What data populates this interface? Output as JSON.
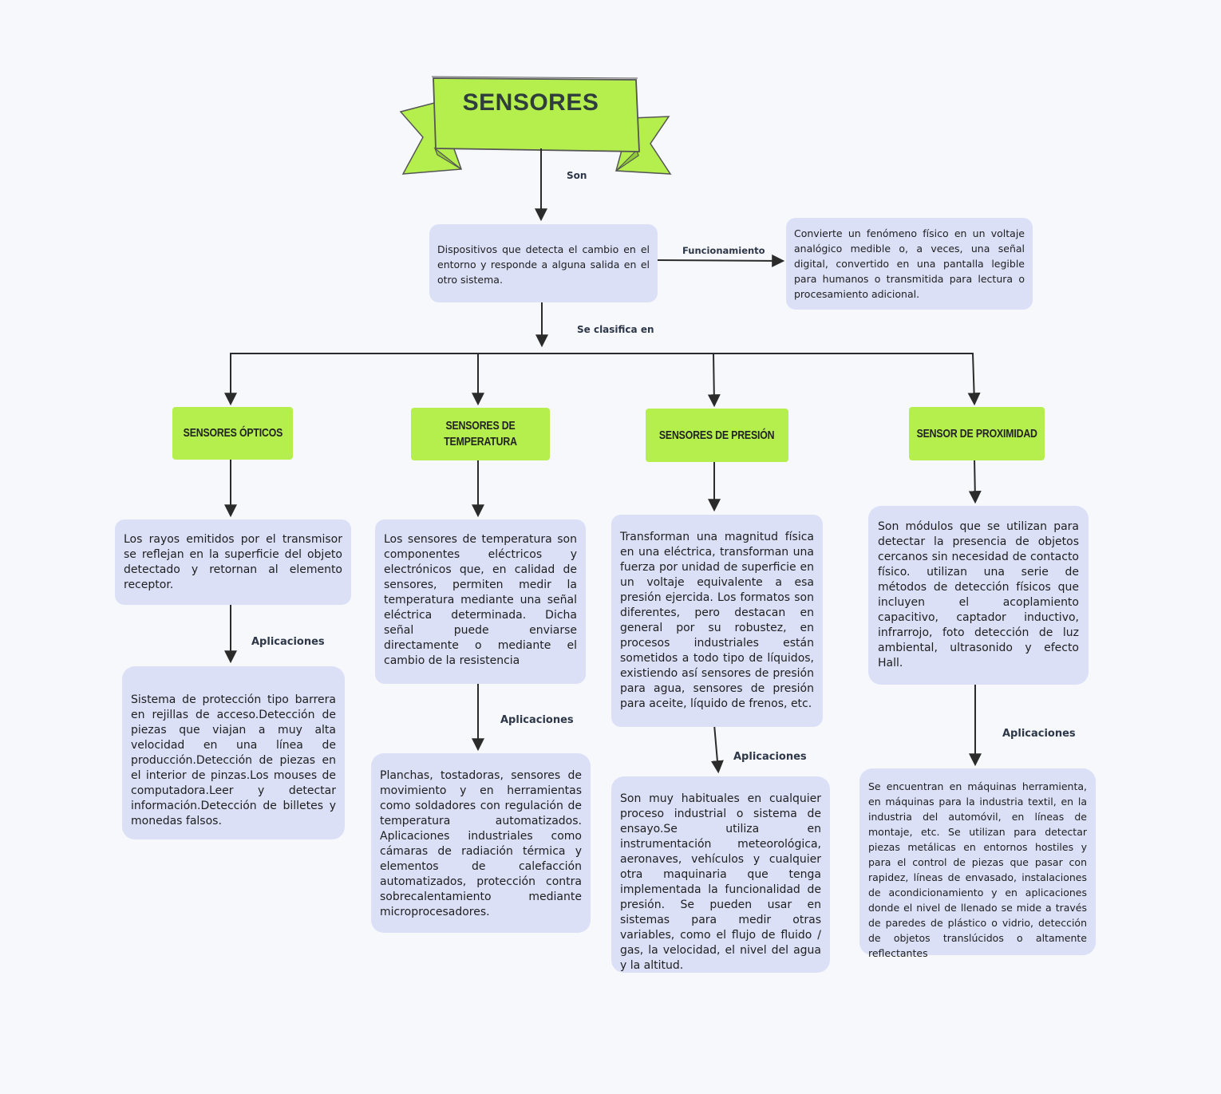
{
  "title": "SENSORES",
  "labels": {
    "son": "Son",
    "funcionamiento": "Funcionamiento",
    "se_clasifica": "Se clasifica en",
    "aplicaciones": "Aplicaciones"
  },
  "definition": "Dispositivos que detecta el cambio en el entorno y responde a alguna salida en el otro sistema.",
  "funcionamiento_text": "Convierte un fenómeno físico en un voltaje analógico medible o, a veces, una señal digital, convertido en una pantalla legible para humanos o transmitida para lectura o procesamiento adicional.",
  "categories": [
    {
      "name": "SENSORES ÓPTICOS",
      "description": "Los rayos emitidos por el transmisor se reflejan en la superficie del objeto detectado y retornan al elemento receptor.",
      "applications": "Sistema de protección tipo barrera en rejillas de acceso.Detección de piezas que viajan a muy alta velocidad en una línea de producción.Detección de piezas en el interior de pinzas.Los mouses de computadora.Leer y detectar información.Detección de billetes y monedas falsos."
    },
    {
      "name": "SENSORES DE TEMPERATURA",
      "description": "Los sensores de temperatura son componentes eléctricos y electrónicos que, en calidad de sensores, permiten medir la temperatura mediante una señal eléctrica determinada. Dicha señal puede enviarse directamente o mediante el cambio de la resistencia",
      "applications": "Planchas, tostadoras, sensores de movimiento y en herramientas como soldadores con regulación de temperatura automatizados. Aplicaciones industriales como cámaras de radiación térmica y elementos de calefacción automatizados, protección contra sobrecalentamiento mediante microprocesadores."
    },
    {
      "name": "SENSORES DE PRESIÓN",
      "description": "Transforman una magnitud física en una eléctrica, transforman una fuerza por unidad de superficie en un voltaje equivalente a esa presión ejercida. Los formatos son diferentes, pero destacan en general por su robustez, en procesos industriales están sometidos a todo tipo de líquidos, existiendo así sensores de presión para agua, sensores de presión para aceite, líquido de frenos, etc.",
      "applications": "Son muy habituales en cualquier proceso industrial o sistema de ensayo.Se utiliza en instrumentación meteorológica, aeronaves, vehículos y cualquier otra maquinaria que tenga implementada la funcionalidad de presión. Se pueden usar en sistemas para medir otras variables, como el flujo de fluido / gas, la velocidad, el nivel del agua y la altitud."
    },
    {
      "name": "SENSOR DE PROXIMIDAD",
      "description": "Son módulos que se utilizan para detectar la presencia de objetos cercanos sin necesidad de contacto físico. utilizan una serie de métodos de detección físicos que incluyen el acoplamiento capacitivo, captador inductivo, infrarrojo, foto detección de luz ambiental, ultrasonido y efecto Hall.",
      "applications": "Se encuentran en máquinas herramienta, en máquinas para la industria textil, en la industria del automóvil, en líneas de montaje, etc. Se utilizan para detectar piezas metálicas en entornos hostiles y para el control de piezas que pasar con rapidez, líneas de envasado, instalaciones de acondicionamiento y en aplicaciones donde el nivel de llenado se mide a través de paredes de plástico o vidrio, detección de objetos translúcidos o altamente reflectantes"
    }
  ],
  "colors": {
    "banner": "#b4ef4d",
    "box": "#dbe0f7",
    "background": "#f7f8fc",
    "connector": "#2b2b2b"
  }
}
